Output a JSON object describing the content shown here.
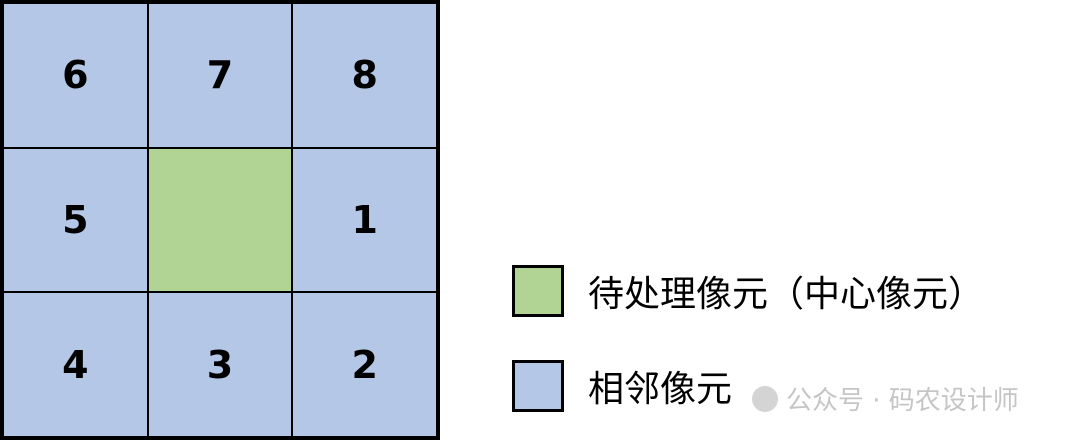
{
  "grid": {
    "cells": [
      {
        "label": "6",
        "role": "neighbor"
      },
      {
        "label": "7",
        "role": "neighbor"
      },
      {
        "label": "8",
        "role": "neighbor"
      },
      {
        "label": "5",
        "role": "neighbor"
      },
      {
        "label": "",
        "role": "center"
      },
      {
        "label": "1",
        "role": "neighbor"
      },
      {
        "label": "4",
        "role": "neighbor"
      },
      {
        "label": "3",
        "role": "neighbor"
      },
      {
        "label": "2",
        "role": "neighbor"
      }
    ]
  },
  "legend": {
    "center": {
      "label": "待处理像元（中心像元）",
      "color": "#b1d495"
    },
    "neighbor": {
      "label": "相邻像元",
      "color": "#b4c7e7"
    }
  },
  "watermark": {
    "text": "公众号 · 码农设计师"
  }
}
